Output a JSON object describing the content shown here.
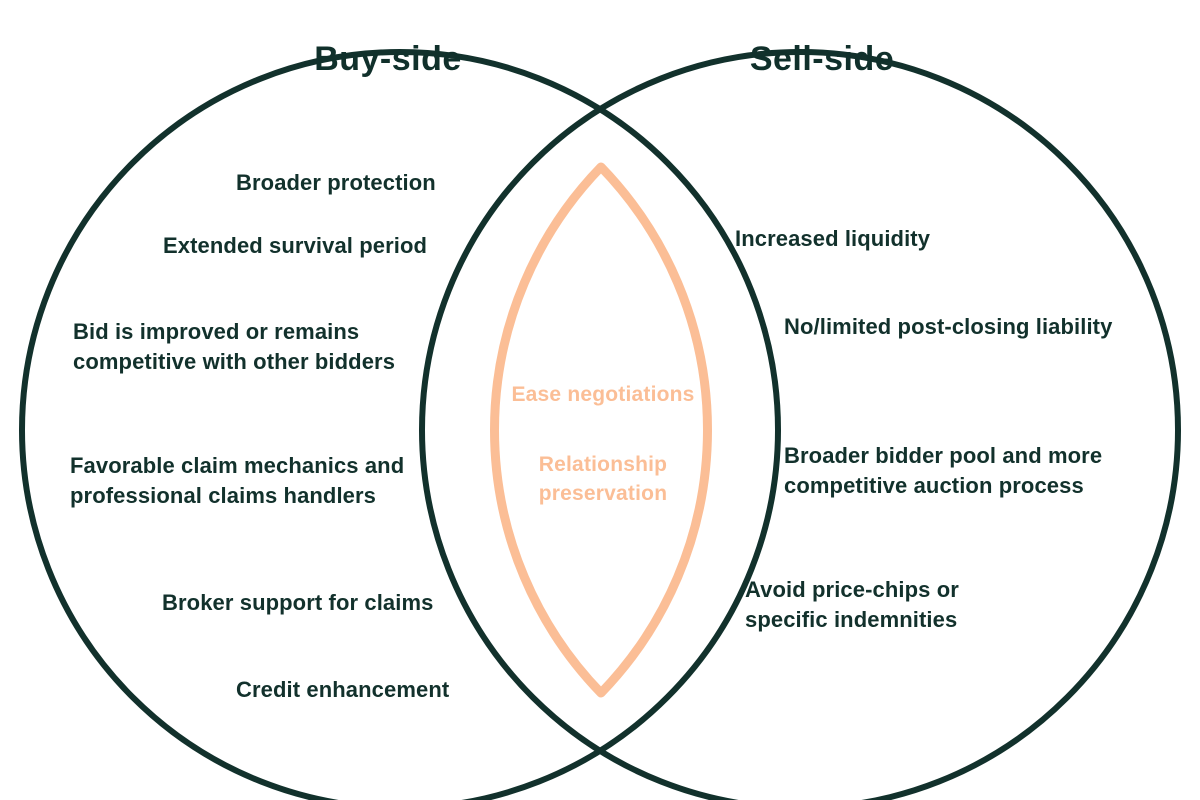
{
  "diagram": {
    "type": "venn",
    "colors": {
      "circle_stroke": "#12312c",
      "lens_stroke": "#fbbe96",
      "side_text": "#12312c",
      "center_text": "#fbbe96",
      "background": "#ffffff"
    },
    "left": {
      "title": "Buy-side",
      "items": [
        "Broader protection",
        "Extended survival period",
        "Bid is improved or remains competitive with other bidders",
        "Favorable claim mechanics and professional claims handlers",
        "Broker support for claims",
        "Credit enhancement"
      ]
    },
    "right": {
      "title": "Sell-side",
      "items": [
        "Increased liquidity",
        "No/limited post-closing liability",
        "Broader bidder pool and more competitive auction process",
        "Avoid price-chips or specific indemnities"
      ]
    },
    "overlap": {
      "items": [
        "Ease negotiations",
        "Relationship preservation"
      ]
    }
  }
}
